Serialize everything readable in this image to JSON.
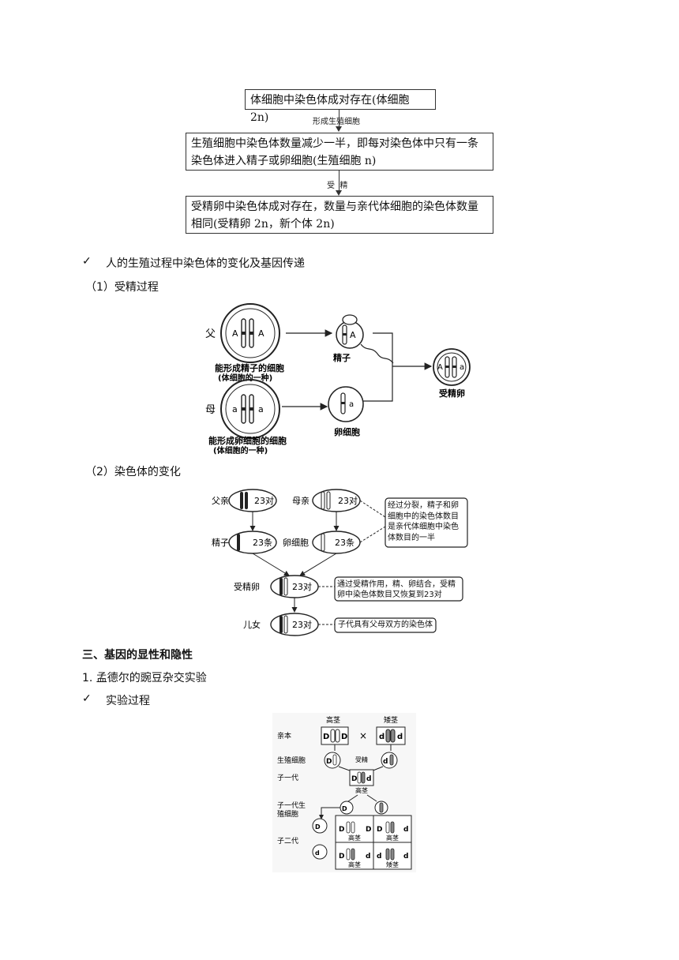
{
  "flow": {
    "box1": "体细胞中染色体成对存在(体细胞 2n)",
    "label1": "形成生殖细胞",
    "box2_line1": "生殖细胞中染色体数量减少一半，即每对染色体中只有一条",
    "box2_line2": "染色体进入精子或卵细胞(生殖细胞 n)",
    "label2": "受  精",
    "box3_line1": "受精卵中染色体成对存在，数量与亲代体细胞的染色体数量",
    "box3_line2": "相同(受精卵 2n，新个体 2n)"
  },
  "section1": {
    "check": "✓",
    "title": "人的生殖过程中染色体的变化及基因传递",
    "sub1": "（1）受精过程",
    "sub2": "（2）染色体的变化"
  },
  "fertilization": {
    "father": "父",
    "mother": "母",
    "allele_A": "A",
    "allele_a": "a",
    "father_cell_l1": "能形成精子的细胞",
    "father_cell_l2": "(体细胞的一种)",
    "mother_cell_l1": "能形成卵细胞的细胞",
    "mother_cell_l2": "(体细胞的一种)",
    "sperm": "精子",
    "egg": "卵细胞",
    "zygote": "受精卵"
  },
  "chromosome_change": {
    "father": "父亲",
    "mother": "母亲",
    "sperm": "精子",
    "egg": "卵细胞",
    "zygote": "受精卵",
    "child": "儿女",
    "pairs": "23对",
    "singles": "23条",
    "note1": "经过分裂，精子和卵细胞中的染色体数目是亲代体细胞中染色体数目的一半",
    "note2": "通过受精作用，精、卵结合，受精卵中染色体数目又恢复到23对",
    "note3": "子代具有父母双方的染色体"
  },
  "section3": {
    "heading": "三、基因的显性和隐性",
    "item1": "1. 孟德尔的豌豆杂交实验",
    "check": "✓",
    "sub": "实验过程"
  },
  "mendel": {
    "tall": "高茎",
    "short": "矮茎",
    "parent": "亲本",
    "gamete": "生殖细胞",
    "f1": "子一代",
    "fertilize": "受精",
    "f1_gamete_l1": "子一代生",
    "f1_gamete_l2": "殖细胞",
    "f2": "子二代",
    "cross": "×",
    "D": "D",
    "d": "d"
  }
}
